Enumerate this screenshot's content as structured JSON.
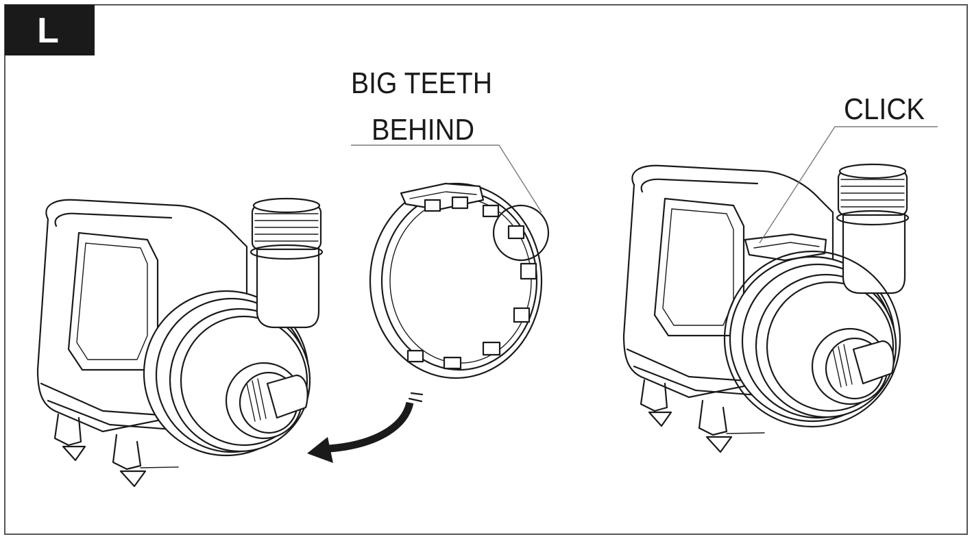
{
  "step": {
    "letter": "L"
  },
  "callouts": {
    "teeth_line1": "BIG TEETH",
    "teeth_line2": "BEHIND",
    "click": "CLICK"
  },
  "colors": {
    "line": "#1a1a1a",
    "badge": "#1a1a1a",
    "frame": "#555555",
    "leader": "#7a7a7a"
  },
  "icons": {
    "pump_before": "pump-without-ring-icon",
    "ring": "clip-ring-icon",
    "arrow": "curved-arrow-icon",
    "pump_after": "pump-with-ring-icon"
  }
}
